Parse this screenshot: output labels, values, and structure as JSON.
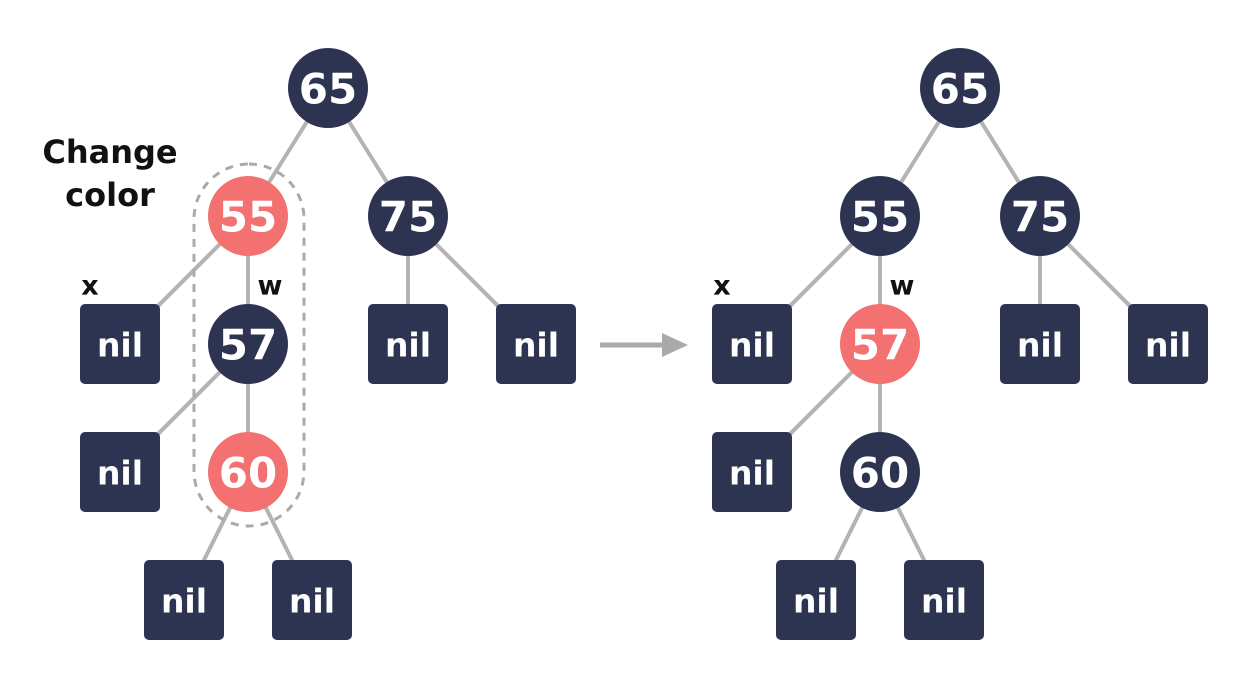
{
  "annotation": {
    "line1": "Change",
    "line2": "color"
  },
  "colors": {
    "black_node": "#2c3451",
    "red_node": "#f47171",
    "edge": "#b3b3b3",
    "highlight": "#aaaaaa",
    "arrow": "#aaaaaa"
  },
  "before": {
    "nodes": {
      "n65": "65",
      "n55": "55",
      "n75": "75",
      "n57": "57",
      "n60": "60"
    },
    "red_nodes": [
      "55",
      "60"
    ],
    "nil": "nil",
    "labels": {
      "x": "x",
      "w": "w"
    }
  },
  "after": {
    "nodes": {
      "n65": "65",
      "n55": "55",
      "n75": "75",
      "n57": "57",
      "n60": "60"
    },
    "red_nodes": [
      "57"
    ],
    "nil": "nil",
    "labels": {
      "x": "x",
      "w": "w"
    }
  }
}
